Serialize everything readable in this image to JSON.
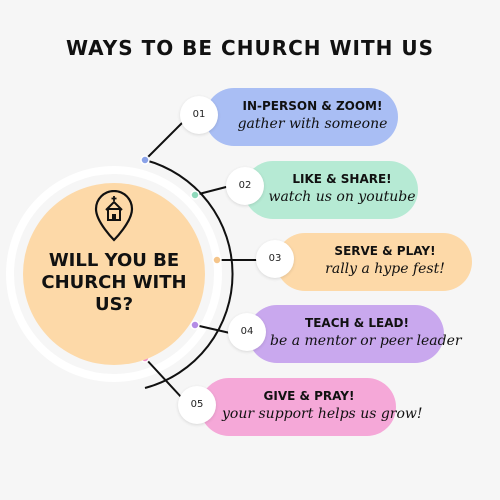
{
  "title": "WAYS TO BE CHURCH WITH US",
  "center": {
    "text": "WILL YOU BE CHURCH WITH US?",
    "icon": "church-location-pin-icon",
    "color": "#fdd9a8"
  },
  "steps": [
    {
      "number": "01",
      "title": "IN-PERSON & ZOOM!",
      "subtitle": "gather with someone",
      "color": "#a9bef4",
      "dot_color": "#8aa2e8"
    },
    {
      "number": "02",
      "title": "LIKE & SHARE!",
      "subtitle": "watch us on youtube",
      "color": "#b6ead4",
      "dot_color": "#8fd9bb"
    },
    {
      "number": "03",
      "title": "SERVE & PLAY!",
      "subtitle": "rally a hype fest!",
      "color": "#fdd9a8",
      "dot_color": "#f5c58a"
    },
    {
      "number": "04",
      "title": "TEACH & LEAD!",
      "subtitle": "be a mentor or peer leader",
      "color": "#c9a8ee",
      "dot_color": "#b48ce6"
    },
    {
      "number": "05",
      "title": "GIVE & PRAY!",
      "subtitle": "your support helps us grow!",
      "color": "#f5a8d8",
      "dot_color": "#ee8fca"
    }
  ]
}
